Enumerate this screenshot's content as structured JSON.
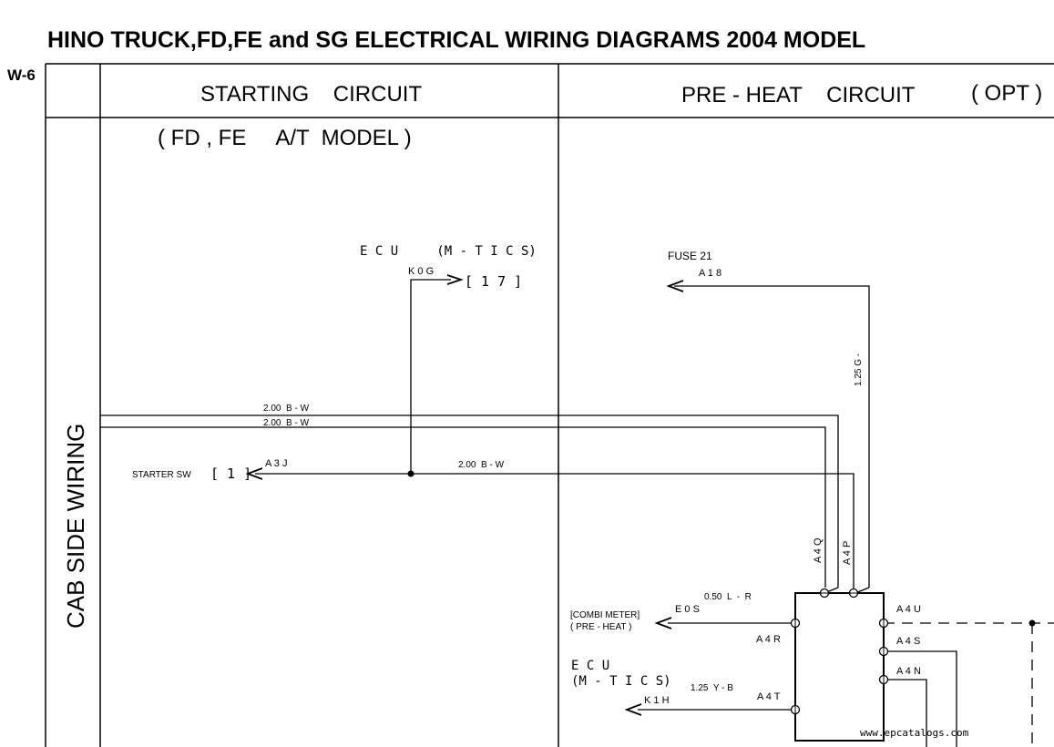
{
  "title": "HINO TRUCK,FD,FE and SG ELECTRICAL WIRING DIAGRAMS 2004 MODEL",
  "page_code": "W-6",
  "side_label": "CAB SIDE WIRING",
  "sections": {
    "starting": {
      "header": "STARTING    CIRCUIT",
      "subheader": "( FD , FE     A/T  MODEL )"
    },
    "preheat": {
      "header": "PRE - HEAT    CIRCUIT",
      "opt": "( OPT )"
    }
  },
  "labels": {
    "ecu_top": "E C U     (M - T I C S)",
    "k0g": "K 0 G",
    "pin17": "[ 1 7 ]",
    "fuse21": "FUSE 21",
    "a18": "A 1 8",
    "wire_125g": "1.25 G -",
    "wire_bw_1": "2.00  B - W",
    "wire_bw_2": "2.00  B - W",
    "wire_bw_3": "2.00  B - W",
    "starter_sw": "STARTER  SW",
    "pin1": "[ 1 ]",
    "a3j": "A 3 J",
    "a4q": "A 4 Q",
    "a4p": "A 4 P",
    "wire_050lr": "0.50  L  -  R",
    "e0s": "E 0 S",
    "combi_meter": "[COMBI METER]",
    "pre_heat": "( PRE - HEAT )",
    "a4r": "A 4 R",
    "a4u": "A 4 U",
    "a4s": "A 4 S",
    "a4n": "A 4 N",
    "ecu_bottom": "E C U",
    "mtics_bottom": "(M - T I C S)",
    "wire_125yb": "1.25  Y - B",
    "k1h": "K 1 H",
    "a4t": "A 4 T",
    "watermark": "www.epcatalogs.com"
  }
}
